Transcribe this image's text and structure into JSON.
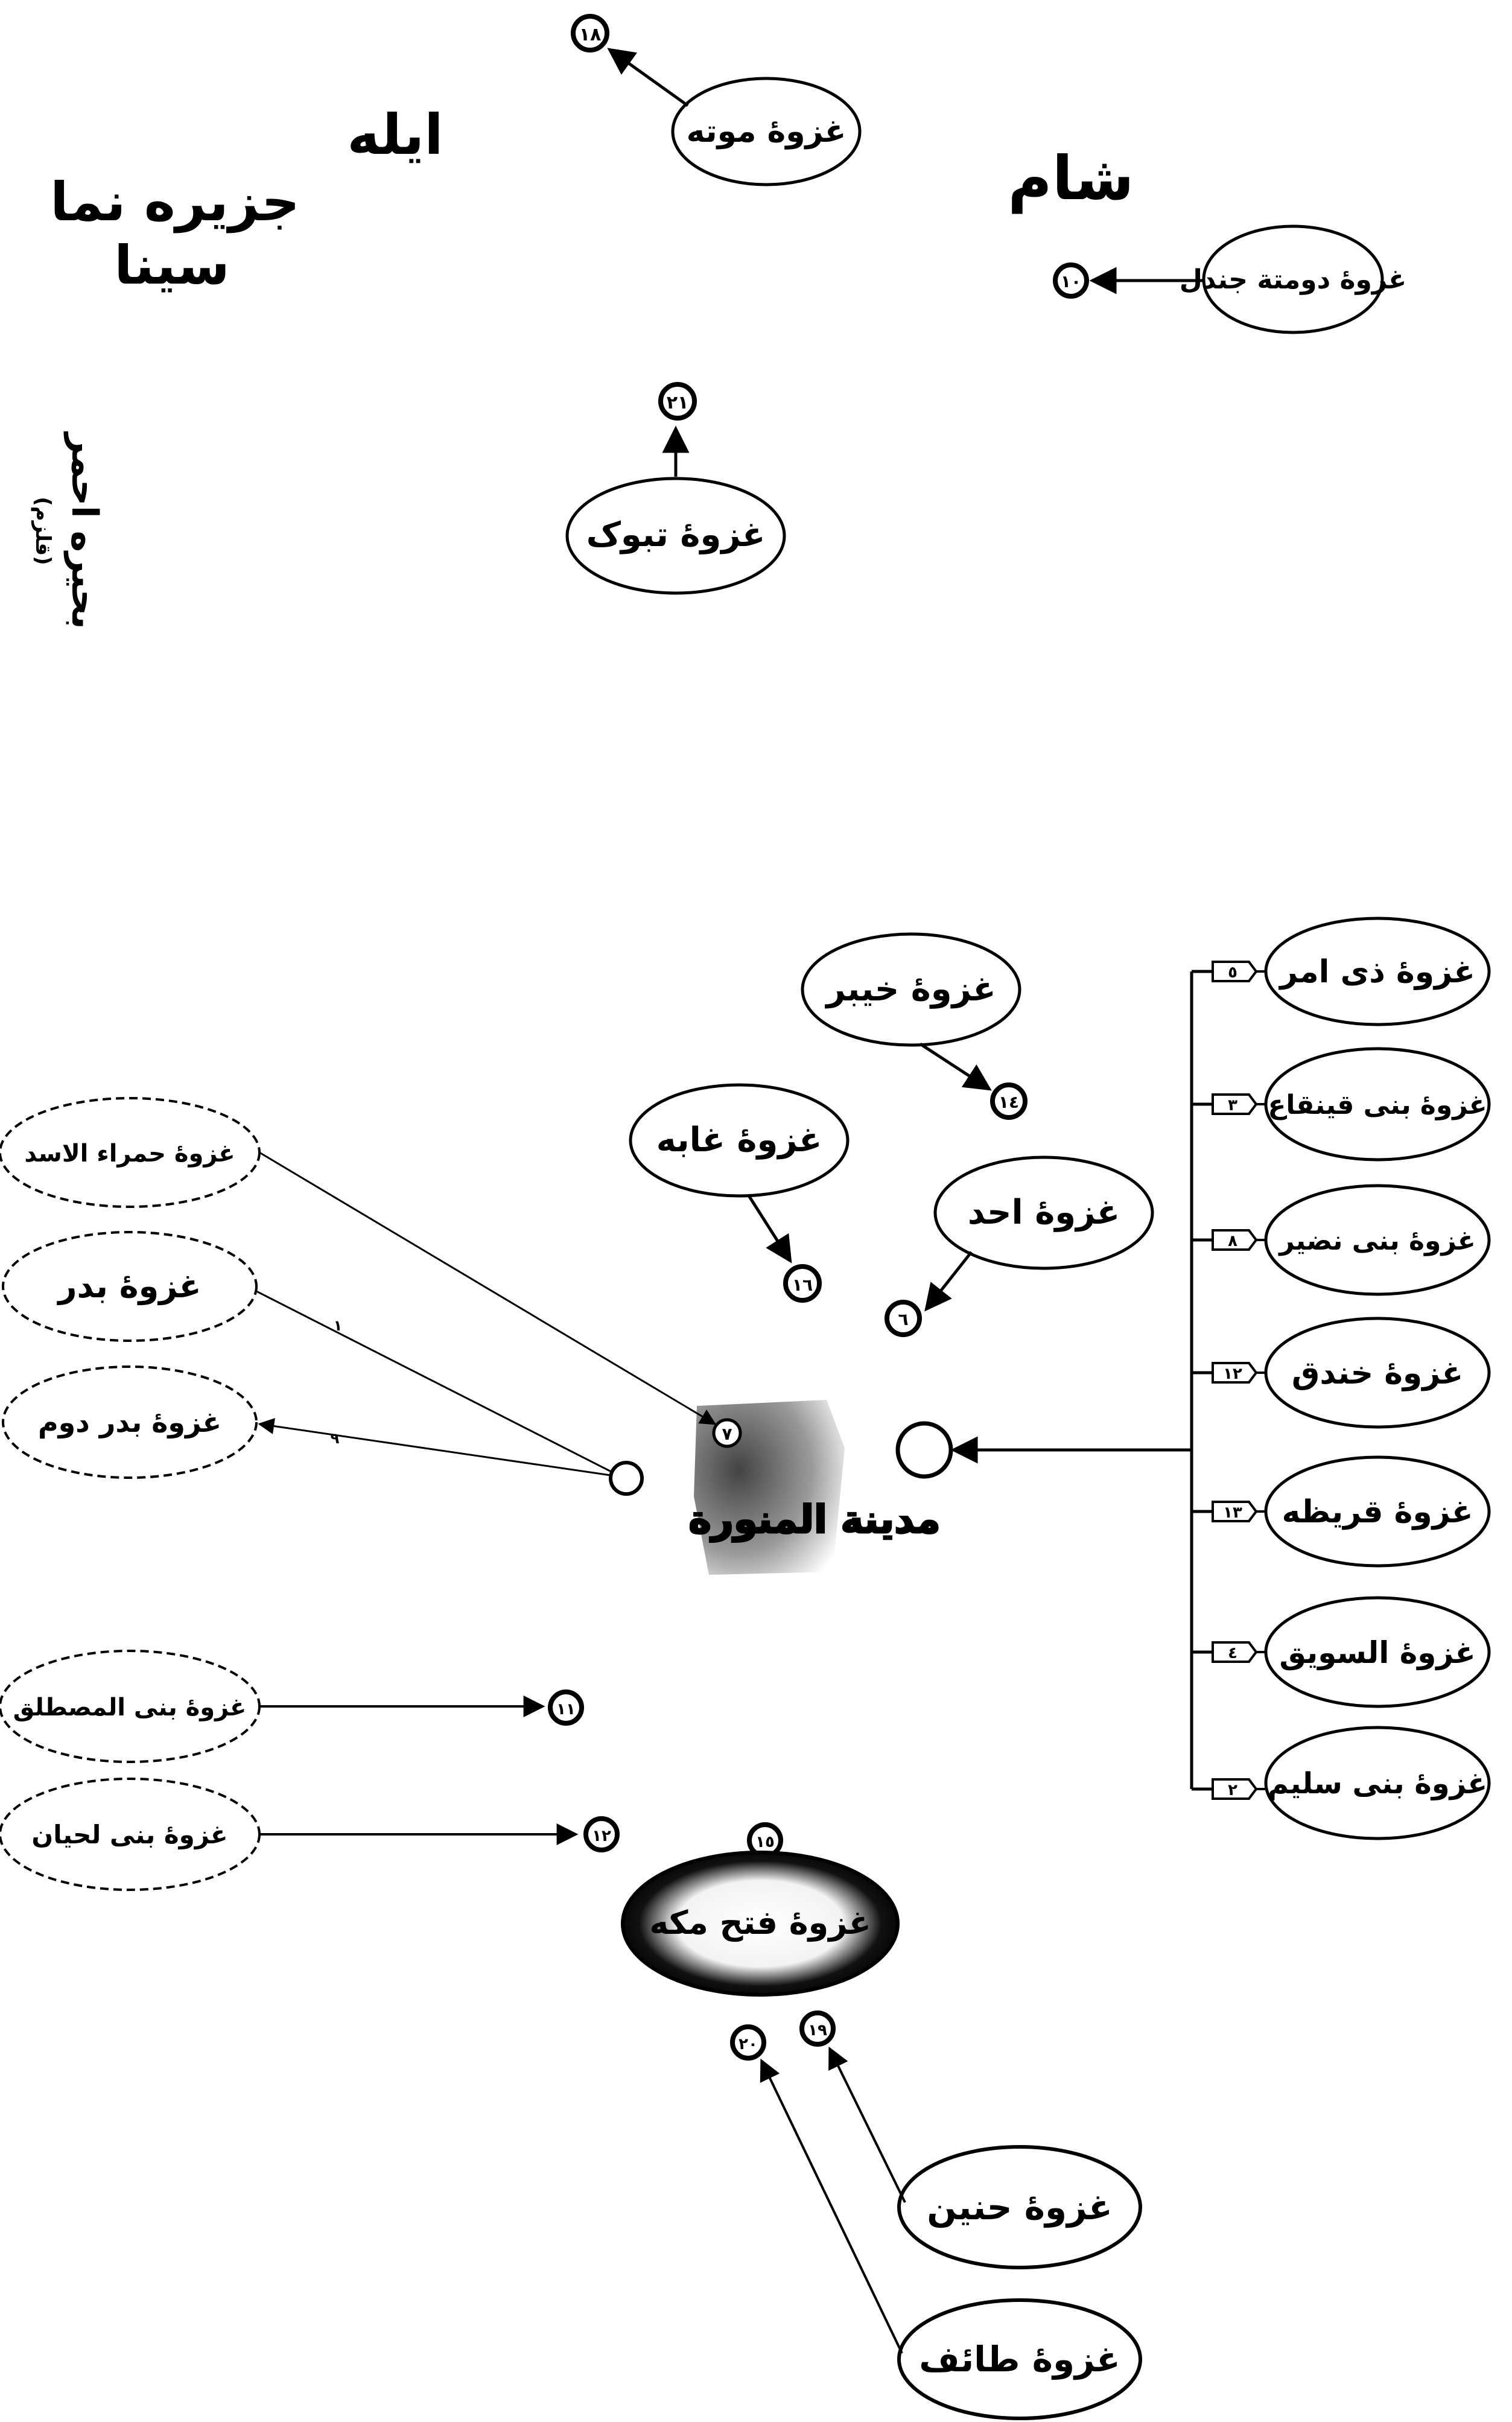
{
  "regions": {
    "ayla": "ایله",
    "sinai_line1": "جزیره نما",
    "sinai_line2": "سینا",
    "sham": "شام",
    "red_sea": "بحیره احمر",
    "red_sea_sub": "(قلزم)"
  },
  "center": {
    "madina": "مدينة المنورة",
    "madina_number": "٧"
  },
  "battles": {
    "mutah": "غزوۀ موته",
    "mutah_num": "١٨",
    "dumat": "غزوۀ دومتة جندل",
    "dumat_num": "١٠",
    "tabuk": "غزوۀ تبوک",
    "tabuk_num": "٢١",
    "khaybar": "غزوۀ خيبر",
    "khaybar_num": "١٤",
    "ghabah": "غزوۀ غابه",
    "ghabah_num": "١٦",
    "uhud": "غزوۀ احد",
    "uhud_num": "٦",
    "hamra": "غزوۀ حمراء الاسد",
    "badr": "غزوۀ بدر",
    "badr_num": "١",
    "badr_dawm": "غزوۀ بدر دوم",
    "badr_dawm_num": "٩",
    "mustaliq": "غزوۀ بنی المصطلق",
    "mustaliq_num": "١١",
    "lihyan": "غزوۀ بنی لحیان",
    "lihyan_num": "١٢",
    "fath": "غزوۀ فتح مکه",
    "fath_num": "١٥",
    "hunayn": "غزوۀ حنین",
    "hunayn_num": "١٩",
    "taif": "غزوۀ طائف",
    "taif_num": "٢٠",
    "dhi_amr": "غزوۀ ذی امر",
    "dhi_amr_num": "٥",
    "qaynuqa": "غزوۀ بنی قینقاع",
    "qaynuqa_num": "٣",
    "nadir": "غزوۀ بنی نضیر",
    "nadir_num": "٨",
    "khandaq": "غزوۀ خندق",
    "khandaq_num": "١٢",
    "qurayza": "غزوۀ قریظه",
    "qurayza_num": "١٣",
    "sawiq": "غزوۀ السویق",
    "sawiq_num": "٤",
    "sulaym": "غزوۀ بنی سلیم",
    "sulaym_num": "٢"
  }
}
